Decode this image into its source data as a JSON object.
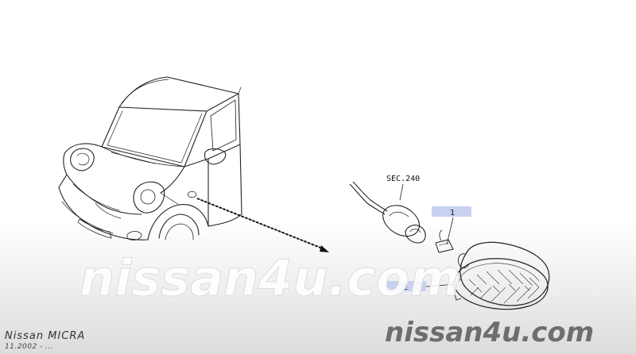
{
  "diagram": {
    "section_ref": "SEC.240",
    "callouts": [
      {
        "number": "1"
      },
      {
        "number": "2"
      }
    ],
    "highlight_color": "#c8d2f0"
  },
  "watermark": {
    "center_text": "nissan4u.com",
    "corner_text": "nissan4u.com"
  },
  "caption": {
    "model": "Nissan  MICRA",
    "date": "11.2002  -  ..."
  }
}
